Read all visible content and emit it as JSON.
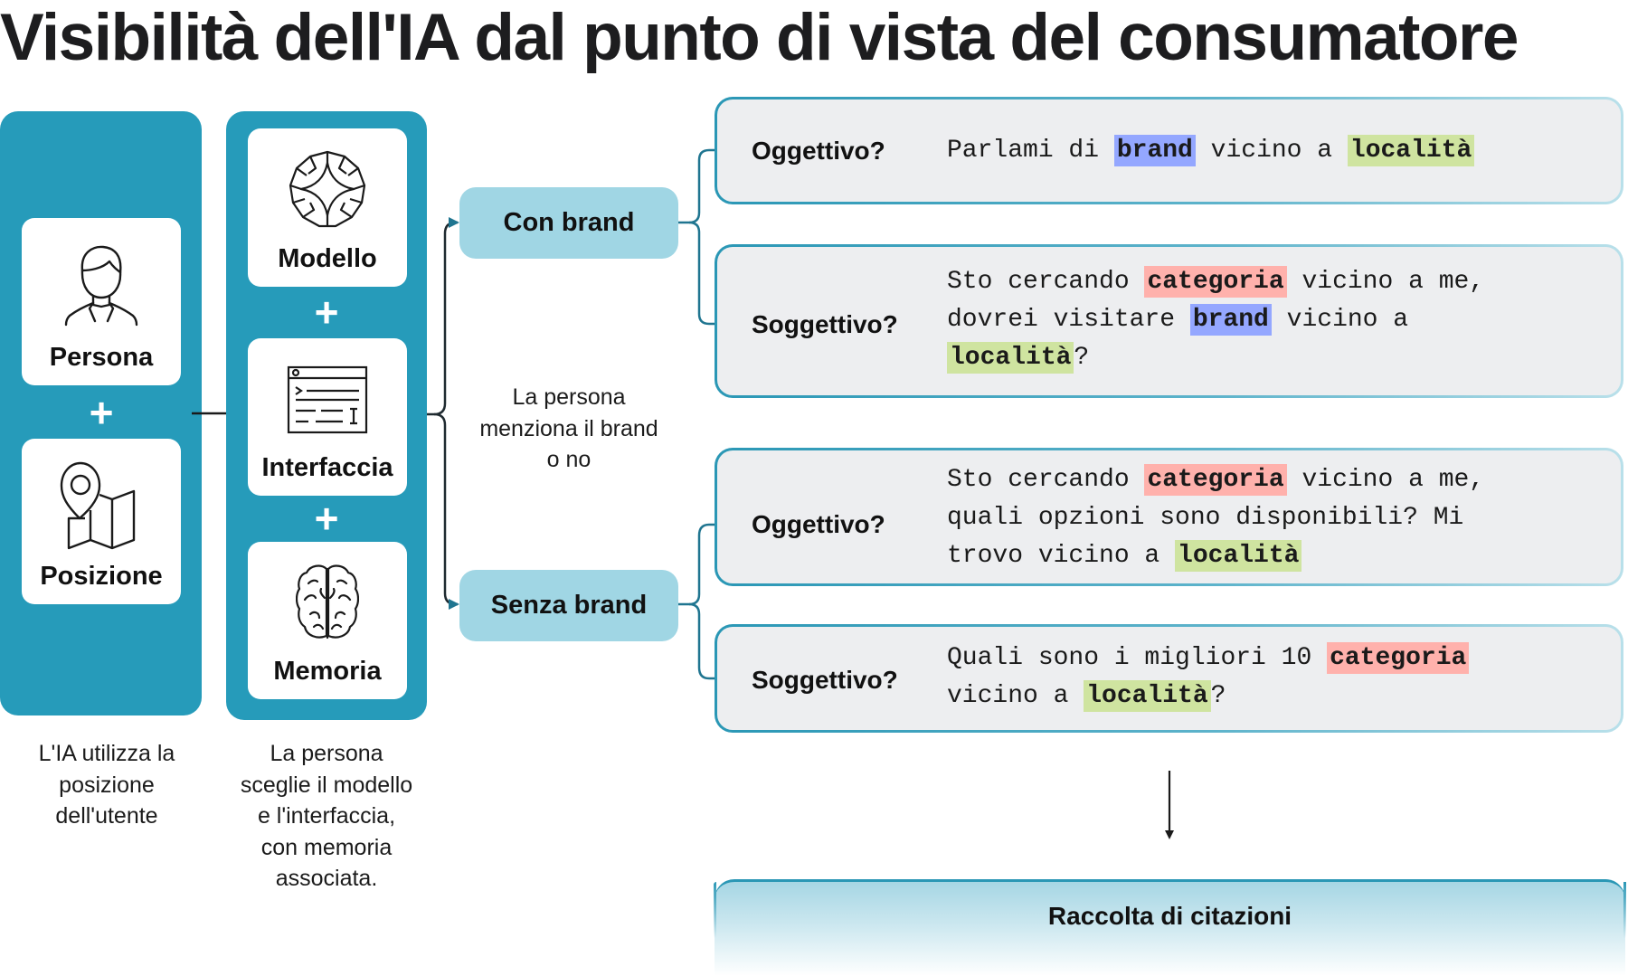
{
  "title": "Visibilità dell'IA dal punto di vista del consumatore",
  "colors": {
    "panel": "#269bba",
    "branch": "#a0d6e4",
    "connector": "#1f7590",
    "query_bg": "#edeef0",
    "highlight_brand": "#94a7ff",
    "highlight_category": "#ffb1ac",
    "highlight_location": "#cfe4a0"
  },
  "left_panel": {
    "cards": [
      {
        "label": "Persona",
        "icon": "person-icon"
      },
      {
        "label": "Posizione",
        "icon": "map-pin-icon"
      }
    ],
    "plus": "+",
    "caption": [
      "L'IA utilizza la",
      "posizione",
      "dell'utente"
    ]
  },
  "middle_panel": {
    "cards": [
      {
        "label": "Modello",
        "icon": "model-rosette-icon"
      },
      {
        "label": "Interfaccia",
        "icon": "terminal-window-icon"
      },
      {
        "label": "Memoria",
        "icon": "brain-icon"
      }
    ],
    "plus": "+",
    "caption": [
      "La persona",
      "sceglie il modello",
      "e l'interfaccia,",
      "con memoria",
      "associata."
    ]
  },
  "branches": {
    "with_brand": "Con brand",
    "without_brand": "Senza brand",
    "caption": [
      "La persona",
      "menziona il brand",
      "o no"
    ]
  },
  "queries": [
    {
      "label": "Oggettivo?",
      "lines": [
        [
          {
            "t": "Parlami di "
          },
          {
            "t": "brand",
            "hl": "brand"
          },
          {
            "t": " vicino a "
          },
          {
            "t": "località",
            "hl": "loc"
          }
        ]
      ]
    },
    {
      "label": "Soggettivo?",
      "lines": [
        [
          {
            "t": "Sto cercando "
          },
          {
            "t": "categoria",
            "hl": "cat"
          },
          {
            "t": " vicino a me,"
          }
        ],
        [
          {
            "t": "dovrei visitare "
          },
          {
            "t": "brand",
            "hl": "brand"
          },
          {
            "t": " vicino a"
          }
        ],
        [
          {
            "t": "località",
            "hl": "loc"
          },
          {
            "t": "?"
          }
        ]
      ]
    },
    {
      "label": "Oggettivo?",
      "lines": [
        [
          {
            "t": "Sto cercando "
          },
          {
            "t": "categoria",
            "hl": "cat"
          },
          {
            "t": " vicino a me,"
          }
        ],
        [
          {
            "t": "quali opzioni sono disponibili? Mi"
          }
        ],
        [
          {
            "t": "trovo vicino a "
          },
          {
            "t": "località",
            "hl": "loc"
          }
        ]
      ]
    },
    {
      "label": "Soggettivo?",
      "lines": [
        [
          {
            "t": "Quali sono i migliori 10 "
          },
          {
            "t": "categoria",
            "hl": "cat"
          }
        ],
        [
          {
            "t": "vicino a "
          },
          {
            "t": "località",
            "hl": "loc"
          },
          {
            "t": "?"
          }
        ]
      ]
    }
  ],
  "output": {
    "label": "Raccolta di citazioni"
  }
}
